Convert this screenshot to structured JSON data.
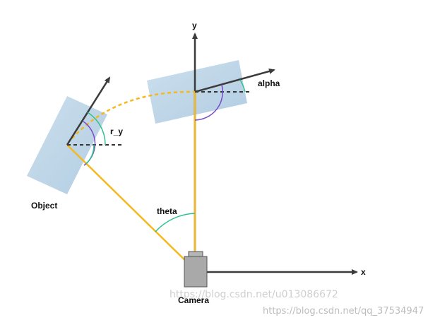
{
  "labels": {
    "x_axis": "x",
    "y_axis": "y",
    "alpha": "alpha",
    "r_y": "r_y",
    "object": "Object",
    "theta": "theta",
    "camera": "Camera"
  },
  "watermarks": {
    "primary": "https://blog.csdn.net/u013086672",
    "secondary": "https://blog.csdn.net/qq_37534947"
  },
  "colors": {
    "object_fill": "#b4cfe2",
    "ray": "#f5b81e",
    "arrow": "#3b3b3b",
    "angle_green": "#2fc28e",
    "angle_purple": "#7b4bc7",
    "camera_body": "#a9a9a9"
  }
}
